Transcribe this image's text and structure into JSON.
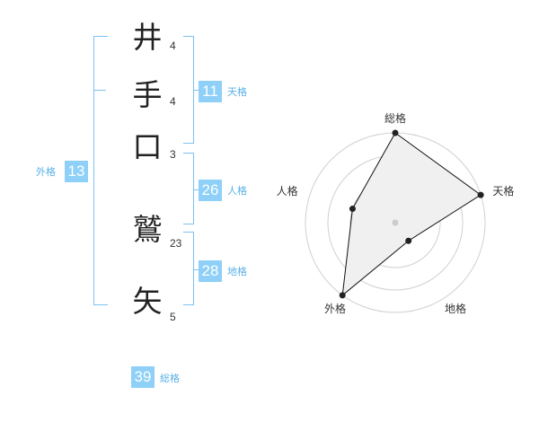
{
  "name_chars": [
    {
      "char": "井",
      "strokes": "4"
    },
    {
      "char": "手",
      "strokes": "4"
    },
    {
      "char": "口",
      "strokes": "3"
    },
    {
      "char": "鷲",
      "strokes": "23"
    },
    {
      "char": "矢",
      "strokes": "5"
    }
  ],
  "scores": {
    "tenkaku": {
      "value": "11",
      "label": "天格"
    },
    "jinkaku": {
      "value": "26",
      "label": "人格"
    },
    "chikaku": {
      "value": "28",
      "label": "地格"
    },
    "gaikaku": {
      "value": "13",
      "label": "外格"
    },
    "soukaku": {
      "value": "39",
      "label": "総格"
    }
  },
  "colors": {
    "accent": "#8ed0f7",
    "bracket": "#7cc2f0",
    "label": "#5ab0e6"
  },
  "chart_data": {
    "type": "radar",
    "axes": [
      "総格",
      "天格",
      "地格",
      "外格",
      "人格"
    ],
    "values": [
      4,
      4,
      1,
      4,
      2
    ],
    "max": 4,
    "rings": 4
  }
}
